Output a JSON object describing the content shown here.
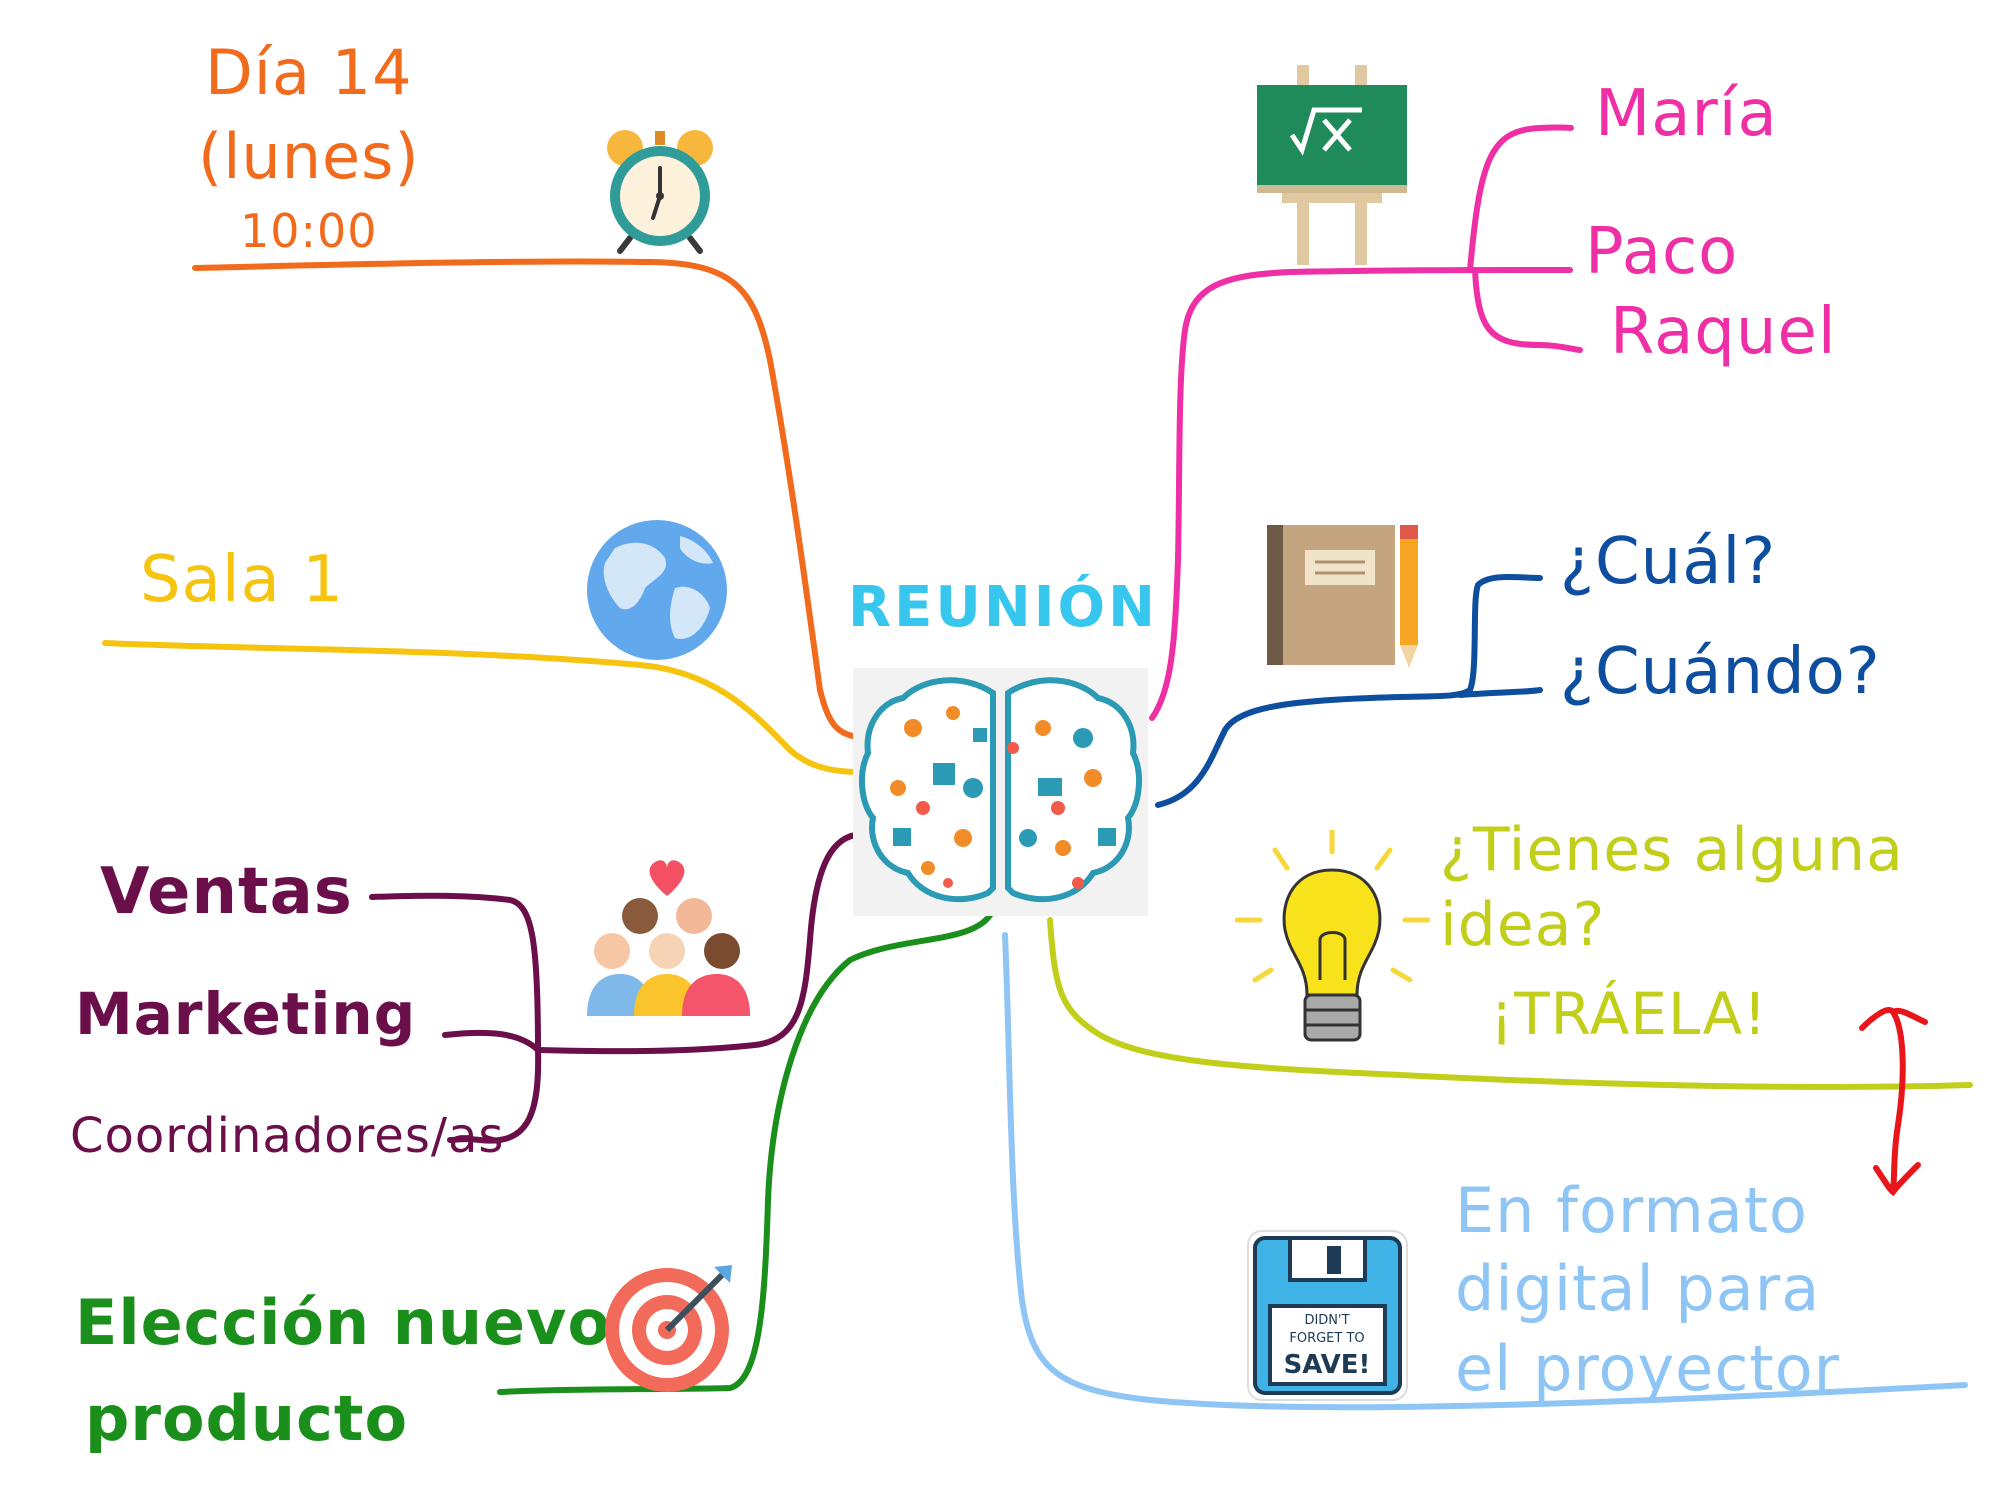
{
  "center": {
    "title": "REUNIÓN",
    "icon": "brain-icon"
  },
  "colors": {
    "orange": "#f26a1b",
    "yellow": "#f6c40f",
    "purple": "#6b0f4a",
    "green": "#1b8f1b",
    "pink": "#ef2fa6",
    "navy": "#0d4e9f",
    "lime": "#c2cf1a",
    "lightblue": "#8ec5f5",
    "red": "#e8161b"
  },
  "branches": {
    "date": {
      "line1": "Día  14",
      "line2": "(lunes)",
      "line3": "10:00",
      "icon": "alarm-clock-icon"
    },
    "room": {
      "label": "Sala  1",
      "icon": "globe-icon"
    },
    "departments": {
      "items": [
        "Ventas",
        "Marketing",
        "Coordinadores/as"
      ],
      "icon": "people-group-icon"
    },
    "product": {
      "line1": "Elección nuevo",
      "line2": "producto",
      "icon": "target-icon"
    },
    "teachers": {
      "names": [
        "María",
        "Paco",
        "Raquel"
      ],
      "icon": "chalkboard-icon"
    },
    "questions": {
      "items": [
        "¿Cuál?",
        "¿Cuándo?"
      ],
      "icon": "notebook-pencil-icon"
    },
    "ideas": {
      "line1": "¿Tienes alguna",
      "line2": "idea?",
      "line3": "¡TRÁELA!",
      "icon": "lightbulb-icon"
    },
    "format": {
      "line1": "En formato",
      "line2": "digital para",
      "line3": "el proyector",
      "icon": "floppy-disk-icon",
      "sticker_line1": "DIDN'T",
      "sticker_line2": "FORGET TO",
      "sticker_line3": "SAVE!"
    }
  },
  "connector": {
    "icon": "double-arrow-icon"
  }
}
